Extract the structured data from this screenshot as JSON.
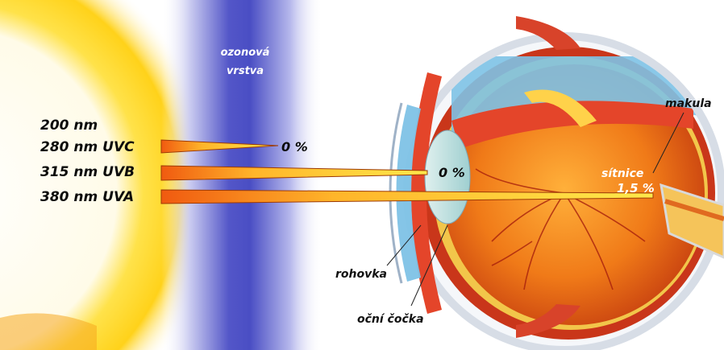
{
  "diagram": {
    "ozone_label": [
      "ozonová",
      "vrstva"
    ],
    "wavelengths": [
      {
        "label": "200 nm"
      },
      {
        "label": "280 nm UVC",
        "transmission": "0 %"
      },
      {
        "label": "315 nm UVB",
        "transmission": "0 %"
      },
      {
        "label": "380 nm UVA",
        "transmission": "1,5 %"
      }
    ],
    "anatomy": {
      "macula": "makula",
      "retina": "sítnice",
      "cornea": "rohovka",
      "lens": "oční čočka"
    },
    "colors": {
      "sun": "#ffd21a",
      "ozone": "#4f53c7",
      "beam_start": "#f05a10",
      "beam_end": "#ffe84a"
    }
  }
}
